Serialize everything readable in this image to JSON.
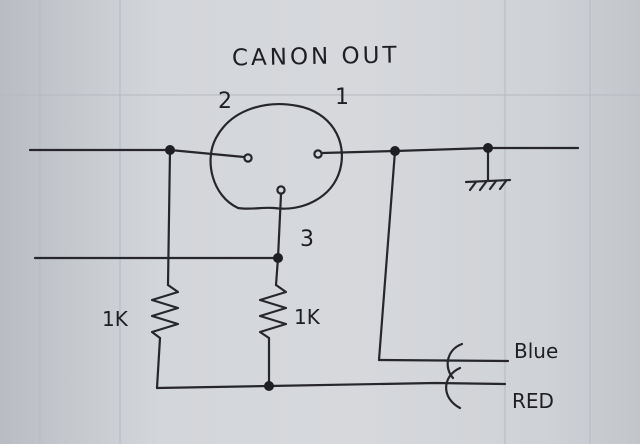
{
  "diagram": {
    "title": "CANON OUT",
    "pin_labels": {
      "pin1": "1",
      "pin2": "2",
      "pin3": "3"
    },
    "resistor_labels": {
      "left": "1K",
      "right": "1K"
    },
    "cable_labels": {
      "blue": "Blue",
      "red": "RED"
    }
  },
  "colors": {
    "ink": "#26262c",
    "paper": "#d3d6da"
  }
}
